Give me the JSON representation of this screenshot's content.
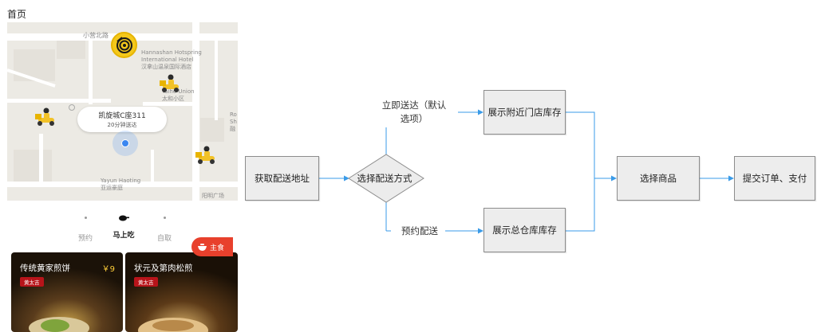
{
  "page": {
    "title": "首页"
  },
  "colors": {
    "connector": "#3a9be8",
    "brand_yellow": "#f4c81b",
    "location_blue": "#3a86f0",
    "tag_red": "#b8141a",
    "badge_red": "#e8402c"
  },
  "map": {
    "street_label": "小营北路",
    "hotel_label": [
      "Hannashan Hotspring",
      "International Hotel",
      "汉拿山温泉国际酒店"
    ],
    "district_label": [
      "Taihe Union",
      "太和小区"
    ],
    "bottom_label": [
      "Yayun Haoting",
      "亚运豪庭"
    ],
    "edge_label_right": [
      "Ro",
      "Sh",
      "融"
    ],
    "edge_label_bottom": "阳明广场",
    "location_title": "凯旋城C座311",
    "location_sub": "20分钟送达",
    "icons": {
      "logo": "spiral-logo-icon",
      "rider": "delivery-rider-icon",
      "locate": "location-dot-icon"
    }
  },
  "modes": [
    {
      "label": "预约",
      "active": false
    },
    {
      "label": "马上吃",
      "active": true
    },
    {
      "label": "自取",
      "active": false
    }
  ],
  "foods": [
    {
      "name": "传统黄家煎饼",
      "price": "￥9",
      "tag": "黄太吉"
    },
    {
      "name": "状元及第肉松煎",
      "price": "",
      "tag": "黄太吉"
    }
  ],
  "badge": {
    "label": "主食",
    "icon": "bowl-icon"
  },
  "flow": {
    "get_address": "获取配送地址",
    "choose_method": "选择配送方式",
    "immediate_label_line1": "立即送达（默认",
    "immediate_label_line2": "选项）",
    "scheduled_label": "预约配送",
    "nearby_stock": "展示附近门店库存",
    "warehouse_stock": "展示总仓库库存",
    "choose_product": "选择商品",
    "submit_order": "提交订单、支付"
  }
}
